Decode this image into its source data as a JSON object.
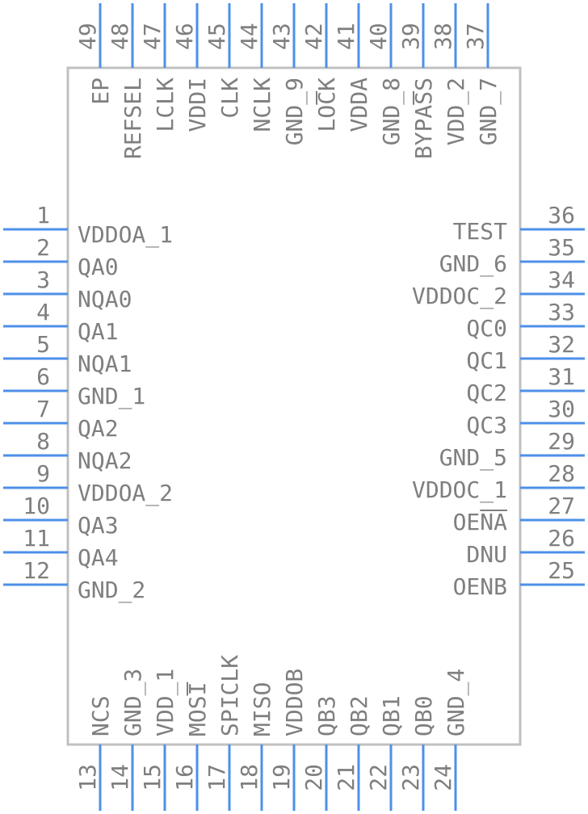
{
  "colors": {
    "body_stroke": "#c0c0c0",
    "pin": "#4d90e8",
    "text": "#7f7f7f",
    "background": "#ffffff"
  },
  "pins": {
    "left": [
      {
        "number": "1",
        "name": "VDDOA_1"
      },
      {
        "number": "2",
        "name": "QA0"
      },
      {
        "number": "3",
        "name": "NQA0"
      },
      {
        "number": "4",
        "name": "QA1"
      },
      {
        "number": "5",
        "name": "NQA1"
      },
      {
        "number": "6",
        "name": "GND_1"
      },
      {
        "number": "7",
        "name": "QA2"
      },
      {
        "number": "8",
        "name": "NQA2"
      },
      {
        "number": "9",
        "name": "VDDOA_2"
      },
      {
        "number": "10",
        "name": "QA3"
      },
      {
        "number": "11",
        "name": "QA4"
      },
      {
        "number": "12",
        "name": "GND_2"
      }
    ],
    "right": [
      {
        "number": "36",
        "name": "TEST"
      },
      {
        "number": "35",
        "name": "GND_6"
      },
      {
        "number": "34",
        "name": "VDDOC_2"
      },
      {
        "number": "33",
        "name": "QC0"
      },
      {
        "number": "32",
        "name": "QC1"
      },
      {
        "number": "31",
        "name": "QC2"
      },
      {
        "number": "30",
        "name": "QC3"
      },
      {
        "number": "29",
        "name": "GND_5"
      },
      {
        "number": "28",
        "name": "VDDOC_1"
      },
      {
        "number": "27",
        "name": "OENA",
        "overbar": true
      },
      {
        "number": "26",
        "name": "DNU"
      },
      {
        "number": "25",
        "name": "OENB"
      }
    ],
    "top": [
      {
        "number": "49",
        "name": "EP"
      },
      {
        "number": "48",
        "name": "REFSEL"
      },
      {
        "number": "47",
        "name": "LCLK"
      },
      {
        "number": "46",
        "name": "VDDI"
      },
      {
        "number": "45",
        "name": "CLK"
      },
      {
        "number": "44",
        "name": "NCLK"
      },
      {
        "number": "43",
        "name": "GND_9"
      },
      {
        "number": "42",
        "name": "LOCK",
        "overbar": true
      },
      {
        "number": "41",
        "name": "VDDA"
      },
      {
        "number": "40",
        "name": "GND_8"
      },
      {
        "number": "39",
        "name": "BYPASS",
        "overbar": true
      },
      {
        "number": "38",
        "name": "VDD_2"
      },
      {
        "number": "37",
        "name": "GND_7"
      }
    ],
    "bottom": [
      {
        "number": "13",
        "name": "NCS"
      },
      {
        "number": "14",
        "name": "GND_3"
      },
      {
        "number": "15",
        "name": "VDD_1"
      },
      {
        "number": "16",
        "name": "MOSI",
        "overbar": true
      },
      {
        "number": "17",
        "name": "SPICLK"
      },
      {
        "number": "18",
        "name": "MISO"
      },
      {
        "number": "19",
        "name": "VDDOB"
      },
      {
        "number": "20",
        "name": "QB3"
      },
      {
        "number": "21",
        "name": "QB2"
      },
      {
        "number": "22",
        "name": "QB1"
      },
      {
        "number": "23",
        "name": "QB0"
      },
      {
        "number": "24",
        "name": "GND_4"
      }
    ]
  }
}
